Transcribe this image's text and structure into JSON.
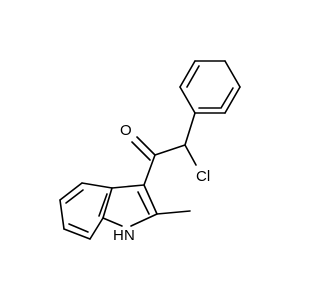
{
  "molecule": {
    "atoms": {
      "oxygen": "O",
      "chlorine": "Cl",
      "nitrogen_h": "H",
      "nitrogen": "N"
    },
    "colors": {
      "bond": "#000000",
      "label": "#000000",
      "background": "#ffffff"
    }
  }
}
